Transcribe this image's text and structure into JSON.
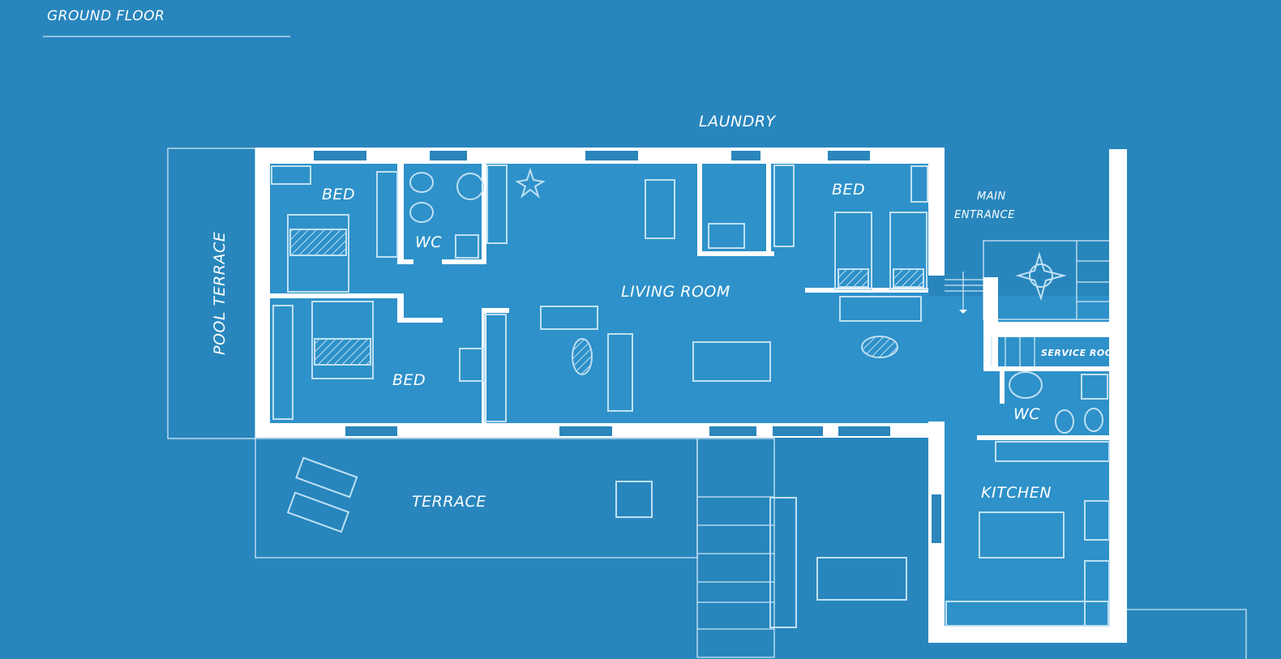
{
  "title": "GROUND FLOOR",
  "colors": {
    "background": "#2886bd",
    "interior": "#2e91c9",
    "walls": "#ffffff",
    "lines": "#cfe6f5"
  },
  "rooms": {
    "laundry": "LAUNDRY",
    "bed_nw": "BED",
    "wc_main": "WC",
    "bed_sw": "BED",
    "living_room": "LIVING ROOM",
    "bed_ne": "BED",
    "main_entrance_1": "MAIN",
    "main_entrance_2": "ENTRANCE",
    "service_room": "SERVICE ROOM",
    "wc_east": "WC",
    "kitchen": "KITCHEN",
    "terrace": "TERRACE",
    "pool_terrace": "POOL TERRACE"
  }
}
